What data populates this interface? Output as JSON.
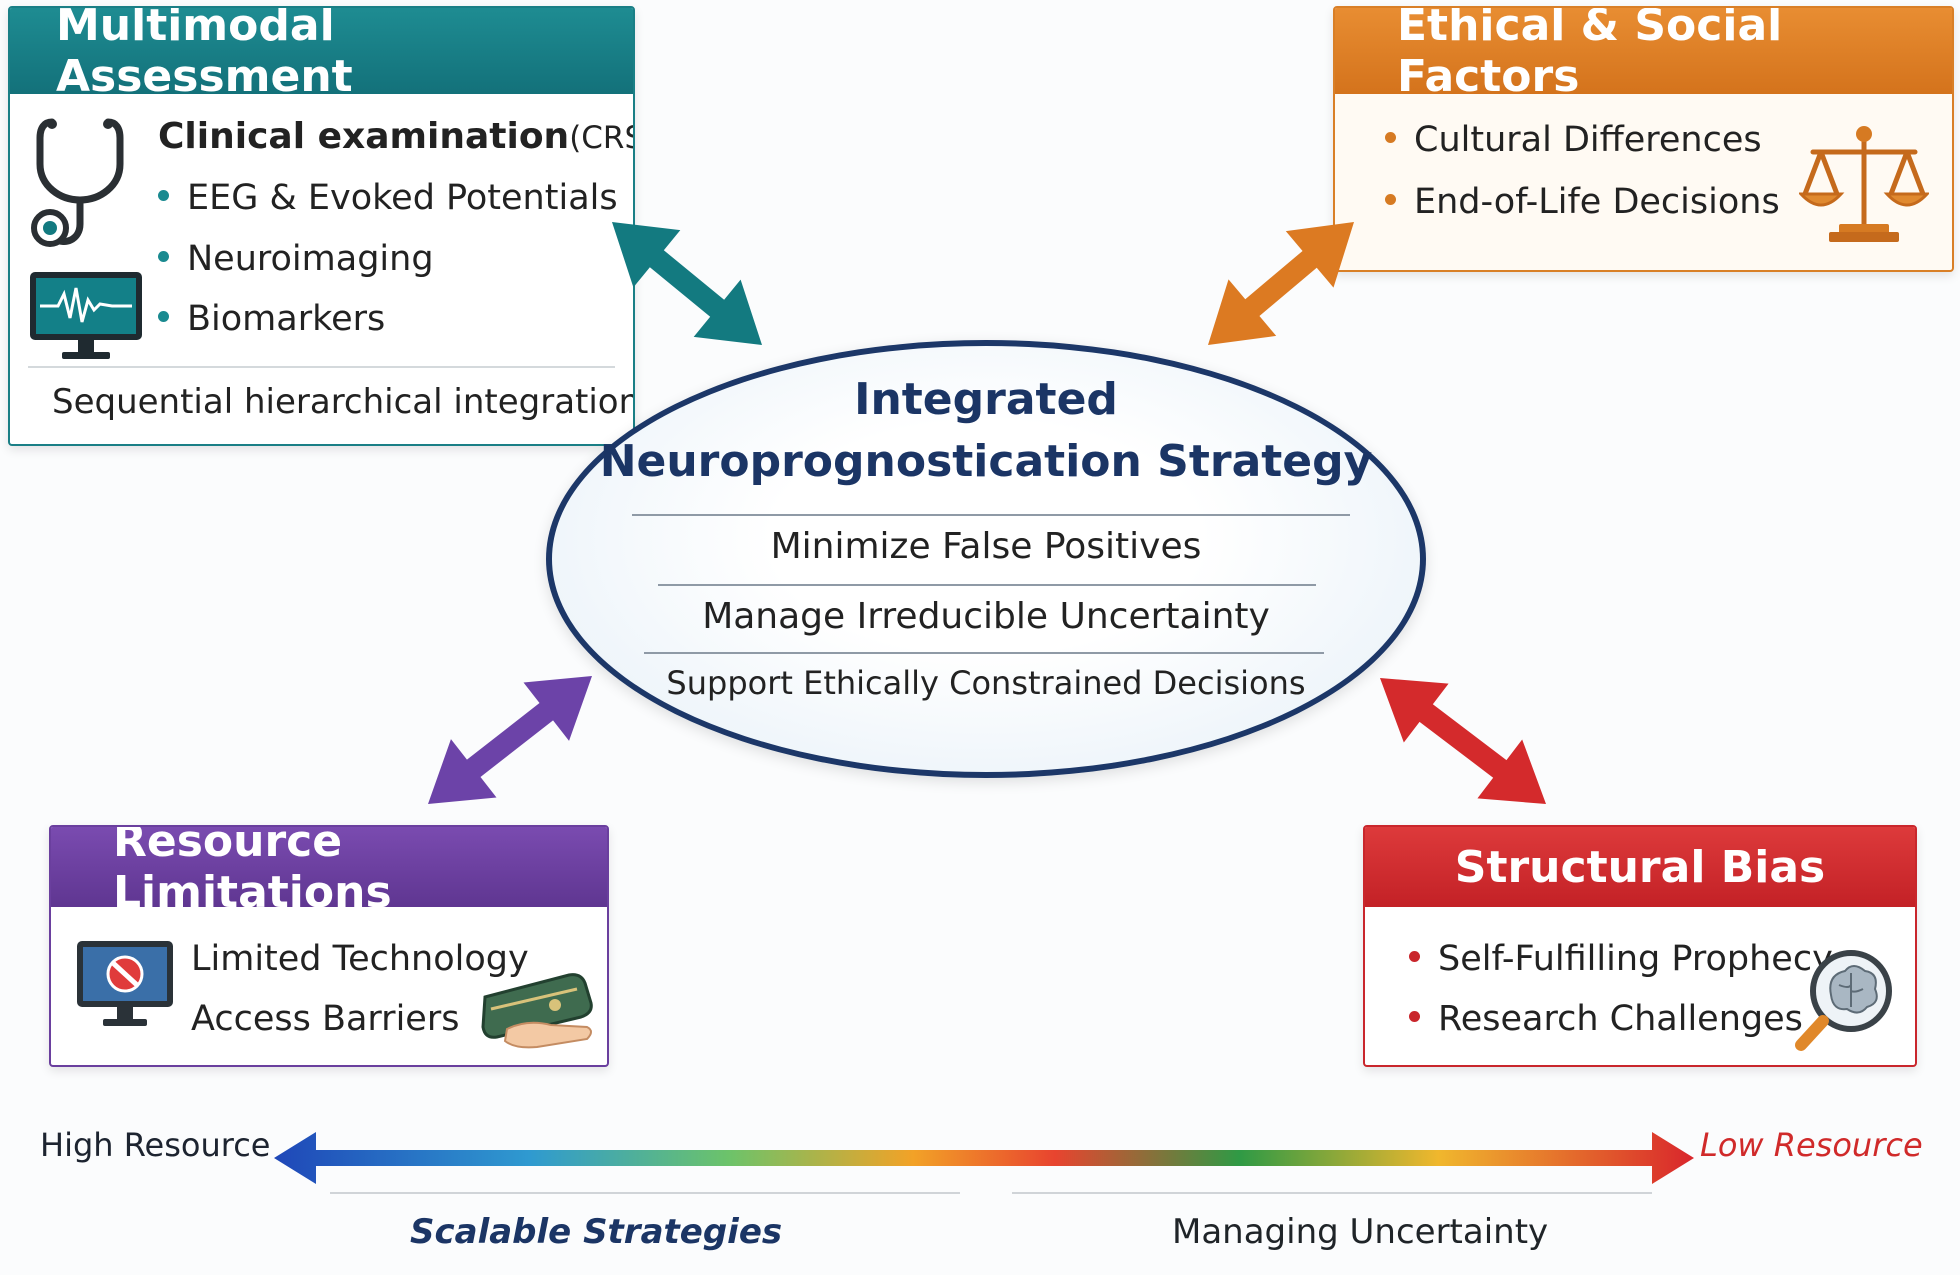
{
  "center": {
    "title_line1": "Integrated",
    "title_line2": "Neuroprognostication Strategy",
    "goals": [
      "Minimize False Positives",
      "Manage Irreducible Uncertainty",
      "Support Ethically Constrained Decisions"
    ]
  },
  "multimodal": {
    "title": "Multimodal Assessment",
    "clinical": "Clinical examination",
    "clinical_suffix": "(CRS-R)",
    "items": [
      "EEG & Evoked Potentials",
      "Neuroimaging",
      "Biomarkers"
    ],
    "footer": "Sequential hierarchical integration",
    "icons": [
      "stethoscope-icon",
      "eeg-monitor-icon"
    ],
    "color": "#1a7f86"
  },
  "ethical": {
    "title": "Ethical & Social Factors",
    "items": [
      "Cultural Differences",
      "End-of-Life Decisions"
    ],
    "icon": "scales-icon",
    "color": "#d97f27"
  },
  "resource": {
    "title": "Resource Limitations",
    "items": [
      "Limited Technology",
      "Access Barriers"
    ],
    "icons": [
      "blocked-monitor-icon",
      "wallet-hand-icon"
    ],
    "color": "#6a3f9e"
  },
  "bias": {
    "title": "Structural Bias",
    "items": [
      "Self-Fulfilling Prophecy",
      "Research Challenges"
    ],
    "icon": "brain-magnifier-icon",
    "color": "#c9262c"
  },
  "spectrum": {
    "left_label": "High Resource",
    "right_label": "Low Resource",
    "left_sub": "Scalable Strategies",
    "right_sub": "Managing Uncertainty",
    "gradient": [
      "#1f47b8",
      "#2f9ad0",
      "#6cc36a",
      "#f2a227",
      "#e8442f",
      "#2f9a45",
      "#f0b72d",
      "#d9262c"
    ]
  },
  "connector_colors": {
    "multimodal": "#137a80",
    "ethical": "#dc7a22",
    "resource": "#6c43a8",
    "bias": "#d42a2c"
  }
}
